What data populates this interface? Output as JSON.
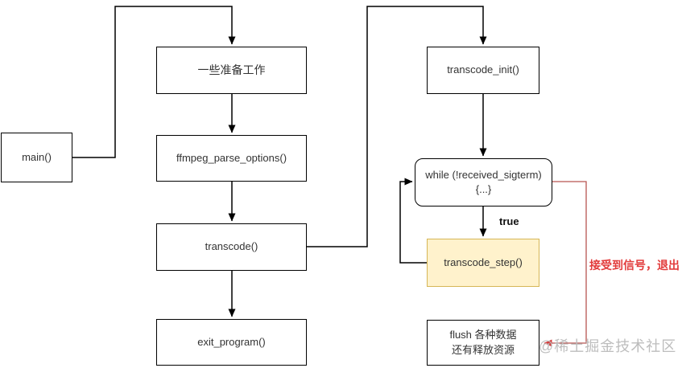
{
  "diagram": {
    "nodes": {
      "main": "main()",
      "prep": "一些准备工作",
      "parse_options": "ffmpeg_parse_options()",
      "transcode": "transcode()",
      "exit_program": "exit_program()",
      "transcode_init": "transcode_init()",
      "while_loop": {
        "line1": "while (!received_sigterm)",
        "line2": "{...}"
      },
      "transcode_step": "transcode_step()",
      "flush": {
        "line1": "flush 各种数据",
        "line2": "还有释放资源"
      }
    },
    "edge_labels": {
      "true_branch": "true",
      "signal_exit": "接受到信号，退出"
    },
    "watermark": "@稀土掘金技术社区",
    "colors": {
      "node_border": "#000000",
      "node_fill": "#ffffff",
      "highlight_fill": "#fff2cc",
      "highlight_border": "#d6b656",
      "signal_line_red": "#b85450",
      "signal_text_red": "#e23b3b",
      "watermark_gray": "#bdbdbd"
    }
  }
}
